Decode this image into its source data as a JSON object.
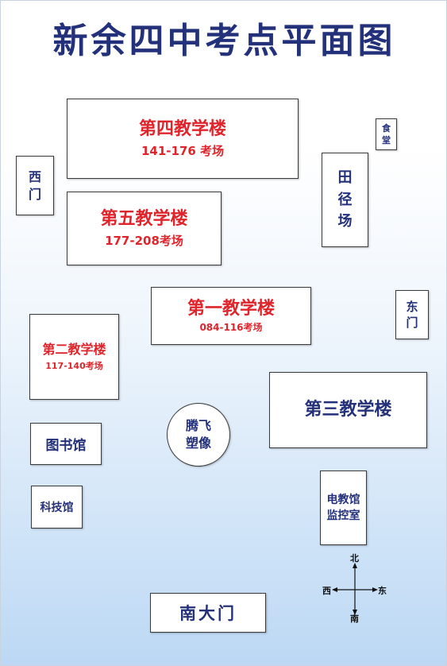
{
  "title": "新余四中考点平面图",
  "buildings": {
    "b4": {
      "name": "第四教学楼",
      "range": "141-176 考场"
    },
    "b5": {
      "name": "第五教学楼",
      "range": "177-208考场"
    },
    "b1": {
      "name": "第一教学楼",
      "range": "084-116考场"
    },
    "b2": {
      "name": "第二教学楼",
      "range": "117-140考场"
    },
    "b3": {
      "name": "第三教学楼"
    }
  },
  "facilities": {
    "west_gate": [
      "西",
      "门"
    ],
    "east_gate": [
      "东",
      "门"
    ],
    "canteen": [
      "食",
      "堂"
    ],
    "track": [
      "田",
      "径",
      "场"
    ],
    "statue": [
      "腾飞",
      "塑像"
    ],
    "library": "图书馆",
    "tech_hall": "科技馆",
    "monitor_room": [
      "电教馆",
      "监控室"
    ],
    "south_gate": "南大门"
  },
  "compass": {
    "north": "北",
    "south": "南",
    "east": "东",
    "west": "西"
  }
}
